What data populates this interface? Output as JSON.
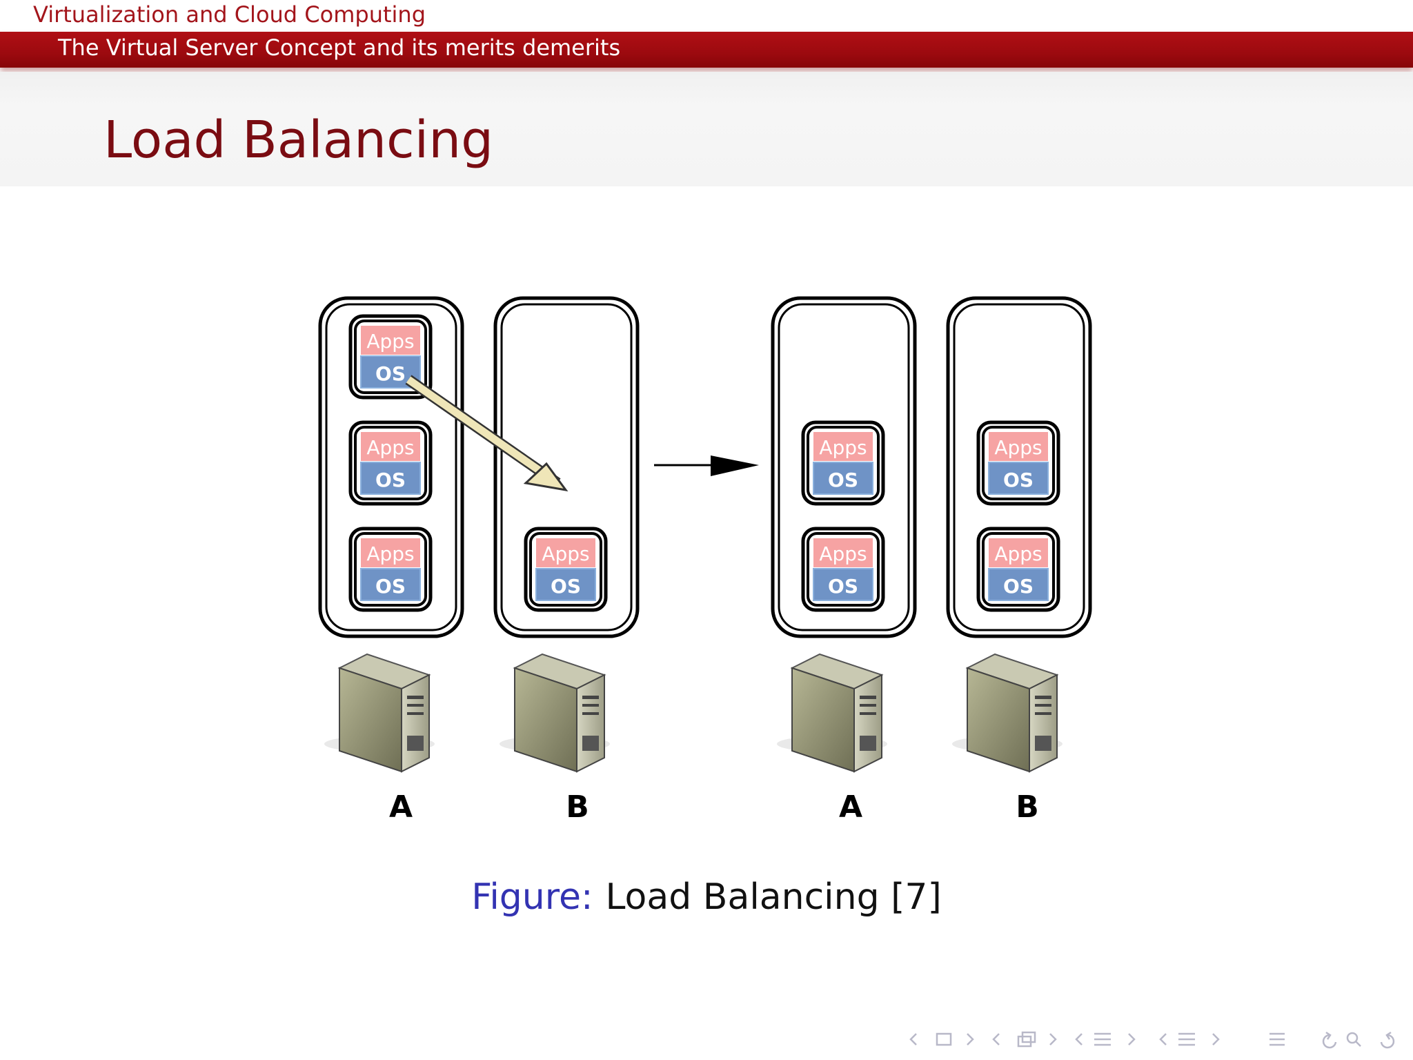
{
  "header": {
    "section": "Virtualization and Cloud Computing",
    "subsection": "The Virtual Server Concept and its merits demerits"
  },
  "frame": {
    "title": "Load Balancing"
  },
  "figure": {
    "vm_apps_label": "Apps",
    "vm_os_label": "OS",
    "before": {
      "host_a": "A",
      "host_b": "B",
      "vms_on_a": 3,
      "vms_on_b": 1
    },
    "after": {
      "host_a": "A",
      "host_b": "B",
      "vms_on_a": 2,
      "vms_on_b": 2
    }
  },
  "caption": {
    "label": "Figure:",
    "text": "Load Balancing [7]"
  },
  "colors": {
    "accent": "#a3151b",
    "apps": "#f4a0a0",
    "os": "#6a8fc4",
    "caption_label": "#3333b2"
  },
  "nav_icons": [
    "prev-slide-icon",
    "frame-icon",
    "next-slide-icon",
    "prev-subsection-icon",
    "subsection-icon",
    "next-subsection-icon",
    "prev-section-icon",
    "section-icon",
    "next-section-icon",
    "align-icon",
    "undo-icon",
    "search-icon",
    "redo-icon"
  ]
}
